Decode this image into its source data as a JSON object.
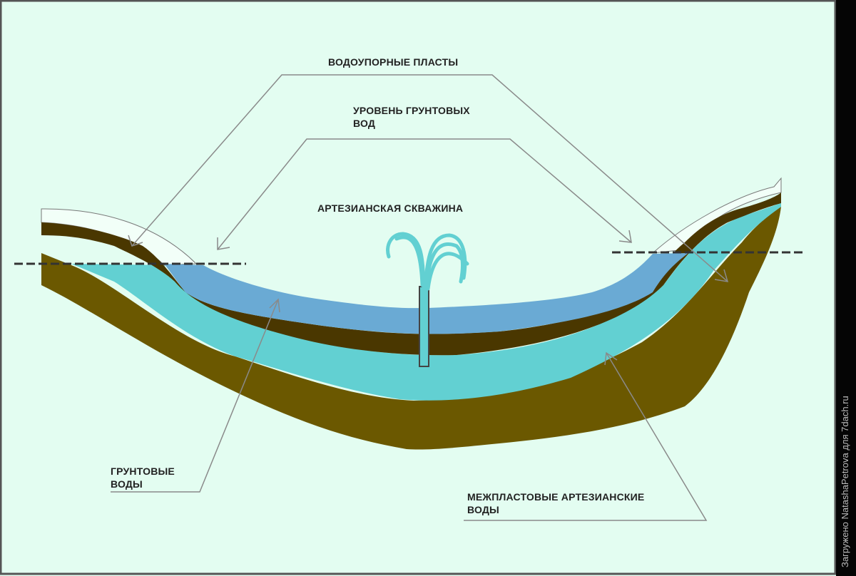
{
  "labels": {
    "impermeable_layers": "ВОДОУПОРНЫЕ ПЛАСТЫ",
    "groundwater_level": "УРОВЕНЬ ГРУНТОВЫХ\nВОД",
    "artesian_well": "АРТЕЗИАНСКАЯ СКВАЖИНА",
    "groundwater": "ГРУНТОВЫЕ\nВОДЫ",
    "interstratal_water": "МЕЖПЛАСТОВЫЕ АРТЕЗИАНСКИЕ\nВОДЫ"
  },
  "watermark": "Загружено NatashaPetrova для 7dach.ru",
  "colors": {
    "background": "#e3fdf1",
    "lower_rock": "#6b5800",
    "impermeable": "#4a3700",
    "artesian_water": "#62d0d2",
    "groundwater": "#6aaad4",
    "leader": "#8a8a8a"
  }
}
